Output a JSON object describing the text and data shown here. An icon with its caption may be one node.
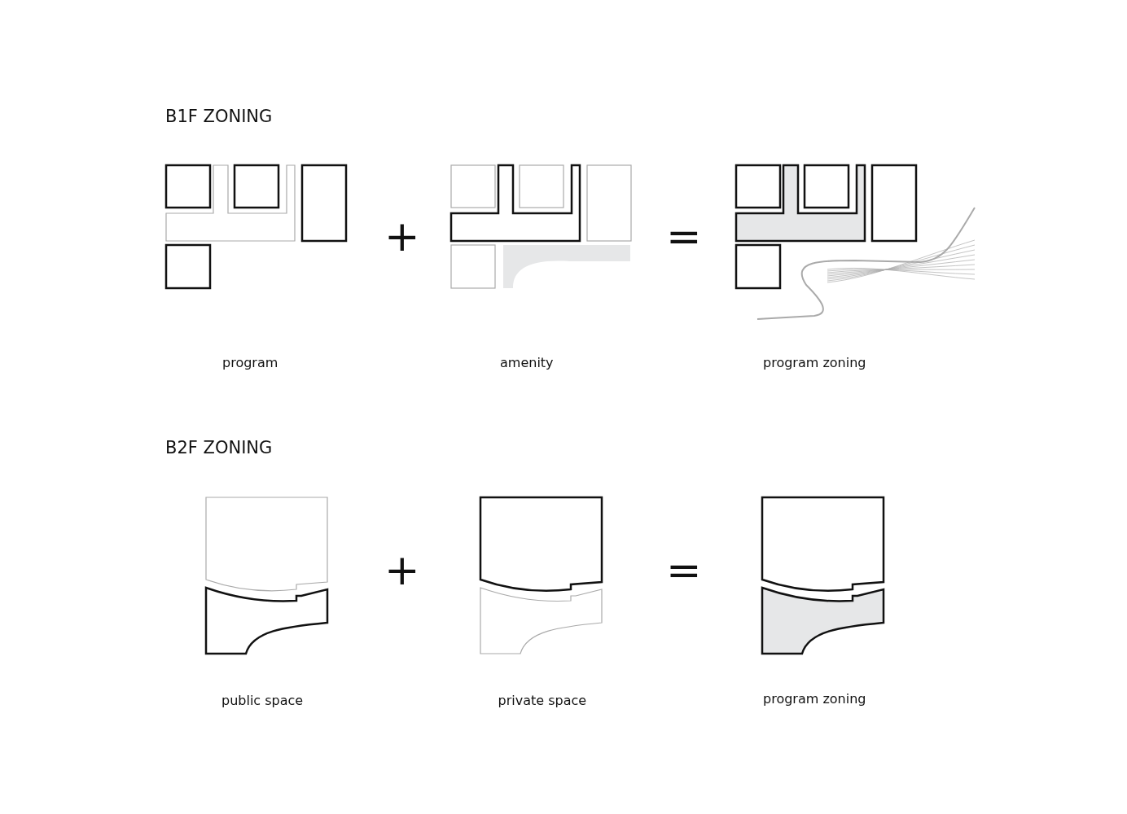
{
  "diagram": {
    "labels": [
      "B1F ZONING",
      "+",
      "=",
      "program",
      "amenity",
      "program zoning",
      "B2F ZONING",
      "+",
      "=",
      "public space",
      "private space",
      "program zoning"
    ]
  }
}
